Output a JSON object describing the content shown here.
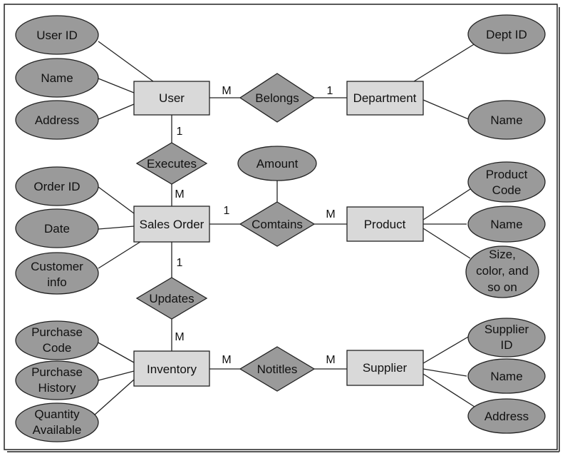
{
  "colors": {
    "attribute_fill": "#9a9a9a",
    "relationship_fill": "#9a9a9a",
    "entity_fill": "#d9d9d9",
    "line": "#222222",
    "background": "#ffffff"
  },
  "entities": {
    "user": "User",
    "department": "Department",
    "sales_order": "Sales Order",
    "product": "Product",
    "inventory": "Inventory",
    "supplier": "Supplier"
  },
  "relationships": {
    "belongs": "Belongs",
    "executes": "Executes",
    "contains": "Comtains",
    "updates": "Updates",
    "notifies": "Notitles"
  },
  "attributes": {
    "user_id": [
      "User ID"
    ],
    "user_name": [
      "Name"
    ],
    "user_address": [
      "Address"
    ],
    "dept_id": [
      "Dept ID"
    ],
    "dept_name": [
      "Name"
    ],
    "amount": [
      "Amount"
    ],
    "order_id": [
      "Order ID"
    ],
    "date": [
      "Date"
    ],
    "customer_info": [
      "Customer",
      "info"
    ],
    "product_code": [
      "Product",
      "Code"
    ],
    "product_name": [
      "Name"
    ],
    "product_size": [
      "Size,",
      "color, and",
      "so on"
    ],
    "purchase_code": [
      "Purchase",
      "Code"
    ],
    "purchase_history": [
      "Purchase",
      "History"
    ],
    "quantity_available": [
      "Quantity",
      "Available"
    ],
    "supplier_id": [
      "Supplier",
      "ID"
    ],
    "supplier_name": [
      "Name"
    ],
    "supplier_address": [
      "Address"
    ]
  },
  "cardinalities": {
    "user_belongs": "M",
    "belongs_department": "1",
    "user_executes": "1",
    "executes_sales_order": "M",
    "sales_order_contains": "1",
    "contains_product": "M",
    "sales_order_updates": "1",
    "updates_inventory": "M",
    "inventory_notifies": "M",
    "notifies_supplier": "M"
  }
}
